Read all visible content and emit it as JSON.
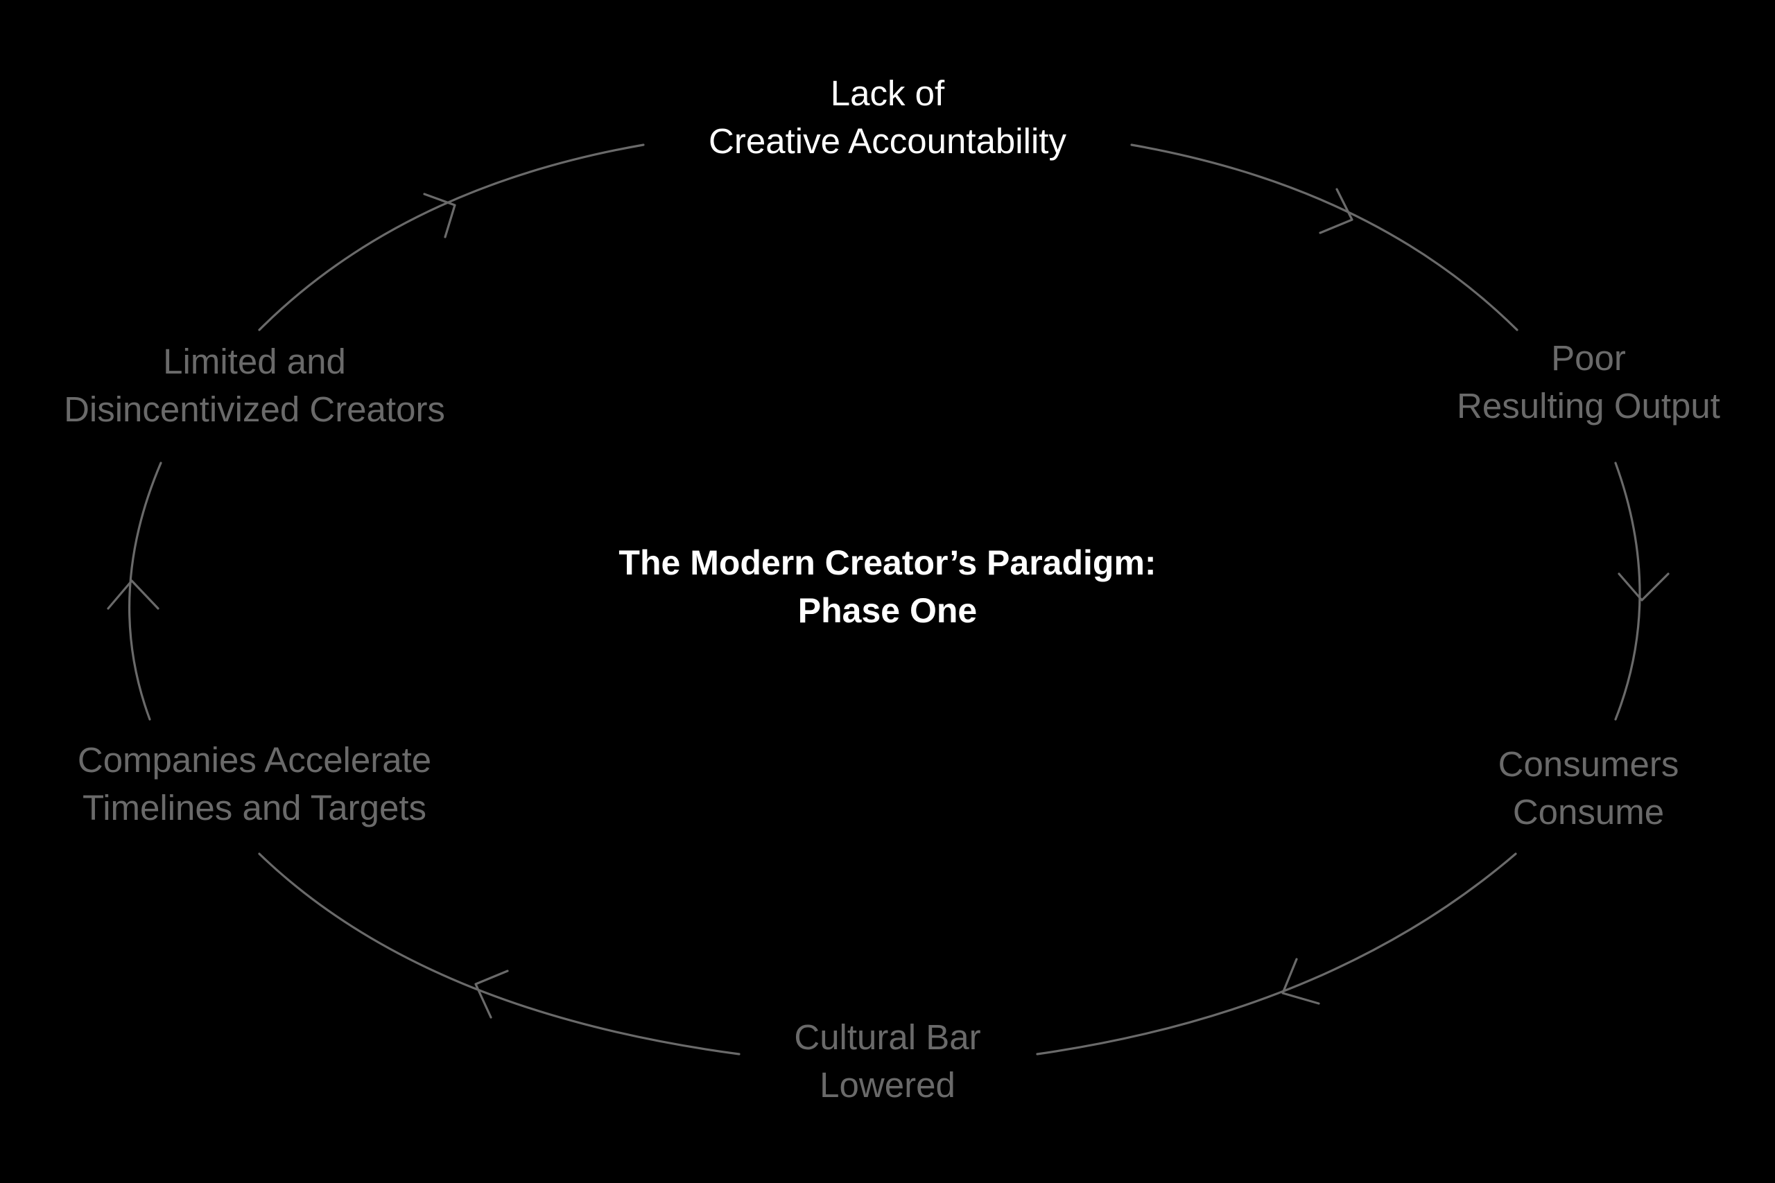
{
  "diagram": {
    "title": {
      "line1": "The Modern Creator’s Paradigm:",
      "line2": "Phase One"
    },
    "nodes": [
      {
        "id": "lack-of-creative-accountability",
        "line1": "Lack of",
        "line2": "Creative Accountability",
        "highlighted": true
      },
      {
        "id": "poor-resulting-output",
        "line1": "Poor",
        "line2": "Resulting Output",
        "highlighted": false
      },
      {
        "id": "consumers-consume",
        "line1": "Consumers",
        "line2": "Consume",
        "highlighted": false
      },
      {
        "id": "cultural-bar-lowered",
        "line1": "Cultural Bar",
        "line2": "Lowered",
        "highlighted": false
      },
      {
        "id": "companies-accelerate",
        "line1": "Companies Accelerate",
        "line2": "Timelines and Targets",
        "highlighted": false
      },
      {
        "id": "limited-creators",
        "line1": "Limited and",
        "line2": "Disincentivized Creators",
        "highlighted": false
      }
    ],
    "flow": "clockwise"
  },
  "colors": {
    "background": "#000000",
    "highlight_text": "#ffffff",
    "dim_text": "#6a6a6a",
    "connector": "#6a6a6a"
  }
}
